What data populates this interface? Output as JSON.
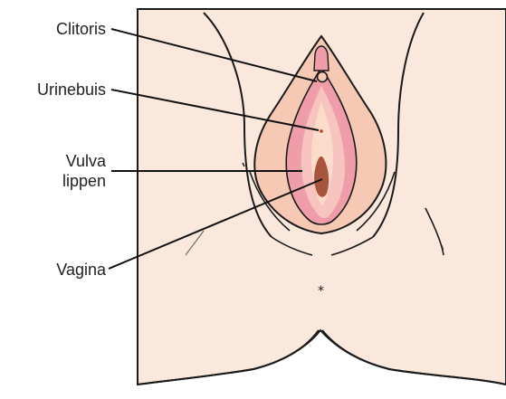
{
  "labels": {
    "clitoris": "Clitoris",
    "urinebuis": "Urinebuis",
    "vulva_line1": "Vulva",
    "vulva_line2": "lippen",
    "vagina": "Vagina"
  },
  "colors": {
    "skin": "#fbe8dc",
    "outer_labia": "#f6c9b4",
    "inner_labia": "#ef9ea9",
    "inner_core": "#f7c4c0",
    "vestibule": "#fbdccb",
    "vaginal_opening": "#a8553e",
    "outline": "#1a1a1a",
    "leader_line": "#111111"
  }
}
